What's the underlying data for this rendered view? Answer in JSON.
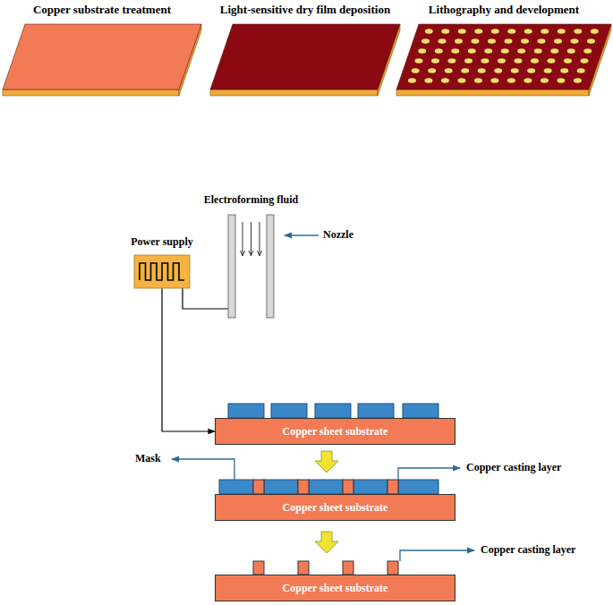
{
  "diagram": {
    "nodes": [
      {
        "text": [
          "Copper substrate treatment"
        ]
      },
      {
        "text": [
          "Light-sensitive dry film deposition"
        ]
      },
      {
        "text": [
          "Lithography and development"
        ]
      },
      {
        "text": [
          "Power supply"
        ]
      },
      {
        "text": [
          "Electroforming fluid"
        ]
      },
      {
        "text": [
          "Copper sheet substrate"
        ]
      },
      {
        "text": [
          "Copper sheet substrate"
        ]
      },
      {
        "text": [
          "Copper sheet substrate"
        ]
      }
    ],
    "edges": [
      {
        "from": 3,
        "to": 4,
        "arrow": "none"
      },
      {
        "from": 3,
        "to": 5,
        "arrow": "to"
      }
    ],
    "labels": [
      "Nozzle",
      "Mask",
      "Copper casting layer",
      "Copper casting layer"
    ]
  }
}
